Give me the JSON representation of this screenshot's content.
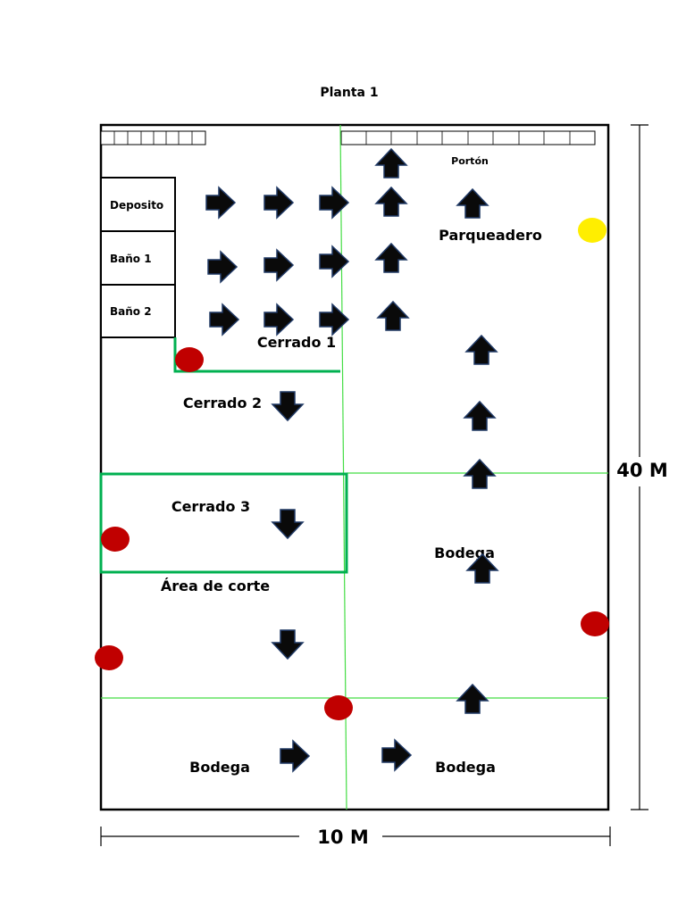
{
  "title": "Planta 1",
  "dimensions": {
    "height_label": "40 M",
    "width_label": "10 M"
  },
  "rooms": {
    "deposito": "Deposito",
    "bano1": "Baño 1",
    "bano2": "Baño 2",
    "cerrado1": "Cerrado  1",
    "cerrado2": "Cerrado  2",
    "cerrado3": "Cerrado  3",
    "area_corte": "Área de corte",
    "parqueadero": "Parqueadero",
    "porton": "Portón",
    "bodega_right": "Bodega",
    "bodega_bottom_left": "Bodega",
    "bodega_bottom_right": "Bodega"
  },
  "colors": {
    "walls": "#000000",
    "green_lines": "#00b050",
    "grid_lines": "#44dd44",
    "arrow_fill": "#0a0a0a",
    "arrow_stroke": "#1f3864",
    "red_marker": "#c00000",
    "yellow_marker": "#ffee00"
  },
  "icons": {
    "arrow_right": "arrow-right-icon",
    "arrow_up": "arrow-up-icon",
    "arrow_down": "arrow-down-icon",
    "marker": "circle-marker-icon"
  }
}
